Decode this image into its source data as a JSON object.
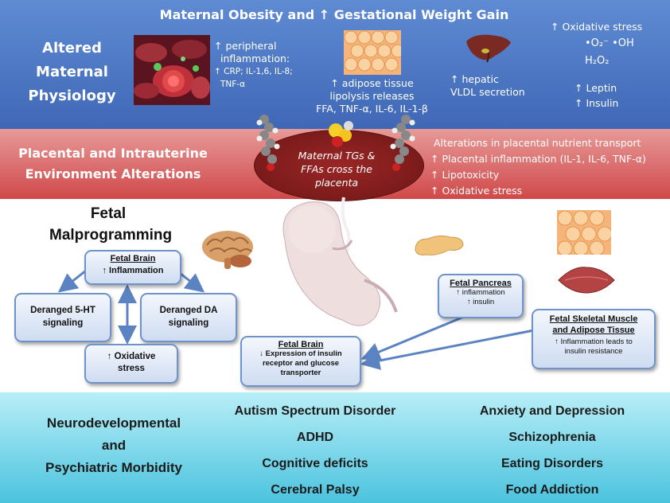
{
  "title": "Maternal Obesity and ↑ Gestational Weight Gain",
  "top": {
    "section_label_lines": [
      "Altered",
      "Maternal",
      "Physiology"
    ],
    "peripheral": [
      "↑ peripheral",
      "inflammation:",
      "↑ CRP; IL-1,6, IL-8;",
      "TNF-α"
    ],
    "adipose": [
      "↑ adipose tissue",
      "lipolysis releases",
      "FFA, TNF-α, IL-6, IL-1-β"
    ],
    "hepatic": [
      "↑ hepatic",
      "VLDL secretion"
    ],
    "oxidative": "↑ Oxidative stress",
    "radicals_line1": "•O₂⁻  •OH",
    "radicals_line2": "H₂O₂",
    "leptin": "↑ Leptin",
    "insulin": "↑ Insulin"
  },
  "mid": {
    "section_label_lines": [
      "Placental and Intrauterine",
      "Environment Alterations"
    ],
    "placenta_text": [
      "Maternal TGs &",
      "FFAs cross the",
      "placenta"
    ],
    "alterations_header": "Alterations in placental nutrient transport",
    "alterations": [
      "↑ Placental inflammation (IL-1, IL-6, TNF-α)",
      "↑ Lipotoxicity",
      "↑ Oxidative stress"
    ]
  },
  "fetal": {
    "heading_lines": [
      "Fetal",
      "Malprogramming"
    ],
    "brain_box": {
      "title": "Fetal Brain",
      "line": "↑ Inflammation"
    },
    "ht_box": [
      "Deranged 5-HT",
      "signaling"
    ],
    "da_box": [
      "Deranged DA",
      "signaling"
    ],
    "ox_box": [
      "↑ Oxidative",
      "stress"
    ],
    "brain2_box": {
      "title": "Fetal Brain",
      "lines": [
        "↓ Expression of insulin",
        "receptor and glucose",
        "transporter"
      ]
    },
    "pancreas_box": {
      "title": "Fetal Pancreas",
      "lines": [
        "↑ inflammation",
        "↑ insulin"
      ]
    },
    "muscle_box": {
      "title_lines": [
        "Fetal Skeletal Muscle",
        "and Adipose Tissue"
      ],
      "lines": [
        "↑ Inflammation leads to",
        "insulin resistance"
      ]
    }
  },
  "bottom": {
    "label_lines": [
      "Neurodevelopmental",
      "and",
      "Psychiatric Morbidity"
    ],
    "col1": [
      "Autism Spectrum Disorder",
      "ADHD",
      "Cognitive deficits",
      "Cerebral Palsy"
    ],
    "col2": [
      "Anxiety and Depression",
      "Schizophrenia",
      "Eating Disorders",
      "Food Addiction"
    ]
  },
  "colors": {
    "top_band": "#4a74c2",
    "mid_band": "#d9585a",
    "bottom_band": "#6fd0e6",
    "placenta": "#8a1f1f",
    "arrow": "#5b83c2"
  },
  "icons": [
    "blood-cells-icon",
    "adipose-tissue-icon",
    "liver-icon",
    "lipid-molecule-icon",
    "fetus-icon",
    "brain-icon",
    "pancreas-icon",
    "fat-cells-icon",
    "muscle-icon"
  ]
}
